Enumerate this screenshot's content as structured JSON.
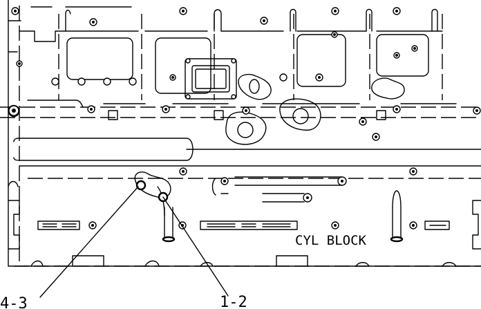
{
  "labels": {
    "block": "CYL BLOCK",
    "callout_left": "4-3",
    "callout_right": "1-2"
  }
}
